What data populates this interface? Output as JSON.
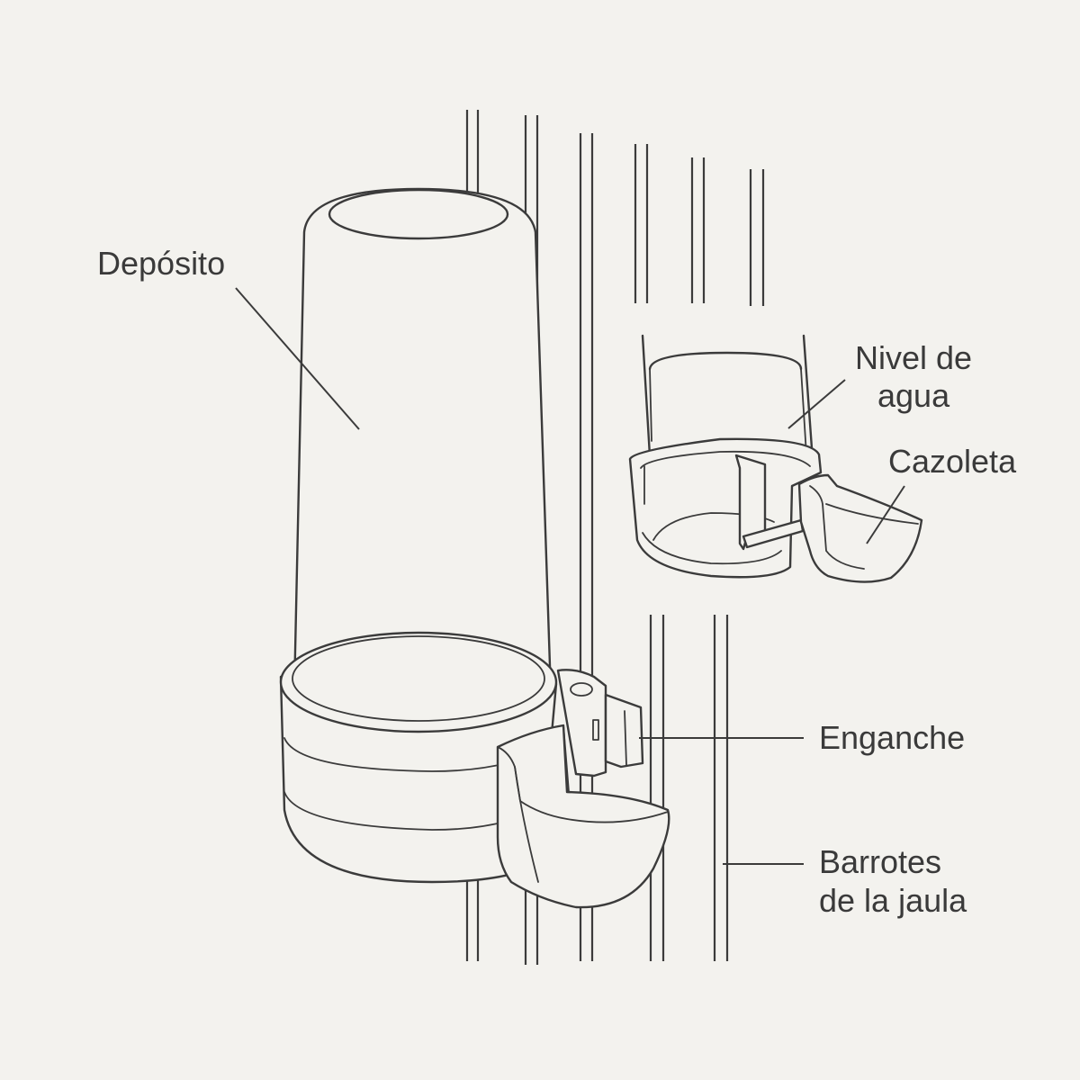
{
  "labels": {
    "reservoir": "Depósito",
    "water_level_line1": "Nivel de",
    "water_level_line2": "agua",
    "dish": "Cazoleta",
    "hook": "Enganche",
    "bars_line1": "Barrotes",
    "bars_line2": "de la jaula"
  },
  "colors": {
    "background": "#f3f2ee",
    "line": "#3b3b3b",
    "text": "#3a3a3a"
  }
}
